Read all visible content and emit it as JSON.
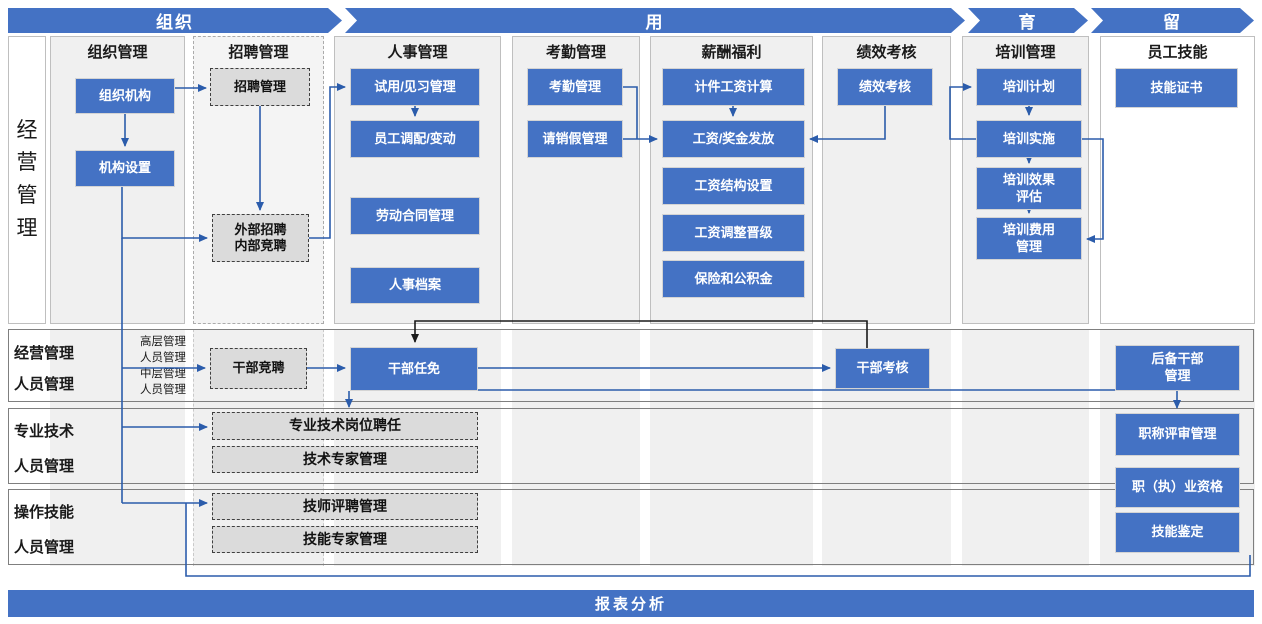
{
  "header": {
    "phases": [
      {
        "label": "组织"
      },
      {
        "label": "用"
      },
      {
        "label": "育"
      },
      {
        "label": "留"
      }
    ]
  },
  "left_label": "经\n营\n管\n理",
  "columns": [
    {
      "title": "组织管理",
      "boxes": {
        "org_structure": "组织机构",
        "org_setup": "机构设置"
      }
    },
    {
      "title": "招聘管理",
      "boxes": {
        "recruit_mgmt": "招聘管理",
        "ext_int_recruit": "外部招聘\n内部竞聘"
      }
    },
    {
      "title": "人事管理",
      "boxes": {
        "probation": "试用/见习管理",
        "staff_transfer": "员工调配/变动",
        "labor_contract": "劳动合同管理",
        "personnel_files": "人事档案"
      }
    },
    {
      "title": "考勤管理",
      "boxes": {
        "attendance": "考勤管理",
        "leave": "请销假管理"
      }
    },
    {
      "title": "薪酬福利",
      "boxes": {
        "piecework": "计件工资计算",
        "salary_payment": "工资/奖金发放",
        "salary_structure": "工资结构设置",
        "salary_adjust": "工资调整晋级",
        "insurance": "保险和公积金"
      }
    },
    {
      "title": "绩效考核",
      "boxes": {
        "performance": "绩效考核"
      }
    },
    {
      "title": "培训管理",
      "boxes": {
        "training_plan": "培训计划",
        "training_impl": "培训实施",
        "training_eval": "培训效果\n评估",
        "training_cost": "培训费用\n管理"
      }
    },
    {
      "title": "员工技能",
      "boxes": {
        "skill_cert": "技能证书"
      }
    }
  ],
  "rows": [
    {
      "label": "经营管理\n人员管理",
      "note": "高层管理\n人员管理\n中层管理\n人员管理",
      "boxes": {
        "cadre_competition": "干部竞聘",
        "cadre_appointment": "干部任免",
        "cadre_appraisal": "干部考核",
        "reserve_cadre": "后备干部\n管理"
      }
    },
    {
      "label": "专业技术\n人员管理",
      "boxes": {
        "professional_post": "专业技术岗位聘任",
        "tech_expert": "技术专家管理",
        "title_review": "职称评审管理"
      }
    },
    {
      "label": "操作技能\n人员管理",
      "boxes": {
        "technician_appoint": "技师评聘管理",
        "skill_expert": "技能专家管理",
        "occupational_qualification": "职（执）业资格",
        "skill_appraisal": "技能鉴定"
      }
    }
  ],
  "footer": {
    "label": "报表分析"
  },
  "colors": {
    "accent_blue": "#4472C4",
    "connector_blue": "#2B5CAB",
    "connector_black": "#1A1A1A",
    "panel_grey": "#F0F0F0",
    "dashed_node_grey": "#DBDBDB"
  }
}
